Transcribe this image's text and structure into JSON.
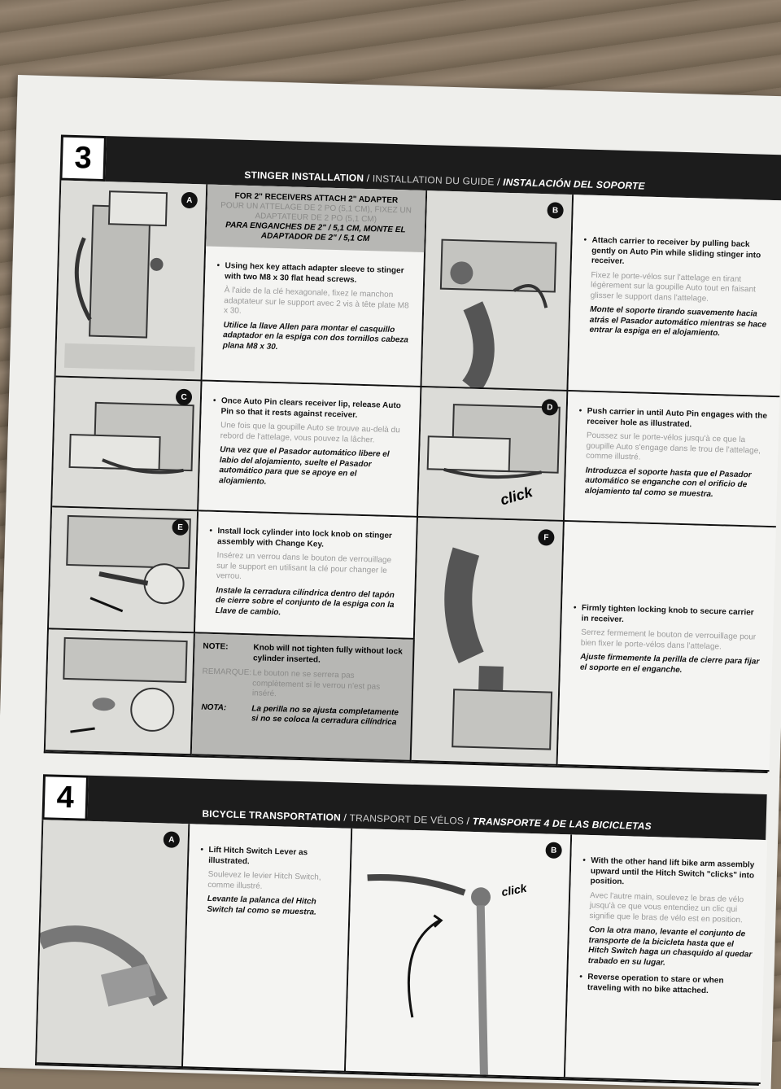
{
  "section3": {
    "number": "3",
    "title_en": "STINGER INSTALLATION",
    "title_fr": "INSTALLATION DU GUIDE",
    "title_es": "INSTALACIÓN DEL SOPORTE",
    "adapter_en": "FOR 2\" RECEIVERS ATTACH 2\" ADAPTER",
    "adapter_fr": "POUR UN ATTELAGE DE 2 PO (5,1 CM), FIXEZ UN ADAPTATEUR DE 2 PO (5,1 CM)",
    "adapter_es": "PARA ENGANCHES DE 2\" / 5,1 CM, MONTE EL ADAPTADOR DE 2\" / 5,1 CM",
    "stepA": {
      "label": "A",
      "en": "Using hex key attach adapter sleeve to stinger with two M8 x 30 flat head screws.",
      "fr": "À l'aide de la clé hexagonale, fixez le manchon adaptateur sur le support avec 2 vis à tête plate M8 x 30.",
      "es": "Utilice la llave Allen para montar el casquillo adaptador en la espiga con dos tornillos cabeza plana M8 x 30."
    },
    "stepB": {
      "label": "B",
      "en": "Attach carrier to receiver by pulling back gently on Auto Pin while sliding stinger into receiver.",
      "fr": "Fixez le porte-vélos sur l'attelage en tirant légèrement sur la goupille Auto tout en faisant glisser le support dans l'attelage.",
      "es": "Monte el soporte tirando suavemente hacia atrás el Pasador automático mientras se hace entrar la espiga en el alojamiento."
    },
    "stepC": {
      "label": "C",
      "en": "Once Auto Pin clears receiver lip, release Auto Pin so that it rests against receiver.",
      "fr": "Une fois que la goupille Auto se trouve au-delà du rebord de l'attelage, vous pouvez la lâcher.",
      "es": "Una vez que el Pasador automático libere el labio del alojamiento, suelte el Pasador automático para que se apoye en el alojamiento."
    },
    "stepD": {
      "label": "D",
      "en": "Push carrier in until Auto Pin engages with the receiver hole as illustrated.",
      "fr": "Poussez sur le porte-vélos jusqu'à ce que la goupille Auto s'engage dans le trou de l'attelage, comme illustré.",
      "es": "Introduzca el soporte hasta que el Pasador automático se enganche con el orificio de alojamiento tal como se muestra.",
      "click": "click"
    },
    "stepE": {
      "label": "E",
      "en": "Install lock cylinder into lock knob on stinger assembly with Change Key.",
      "fr": "Insérez un verrou dans le bouton de verrouillage sur le support en utilisant la clé pour changer le verrou.",
      "es": "Instale la cerradura cilíndrica dentro del tapón de cierre sobre el conjunto de la espiga con la Llave de cambio."
    },
    "stepF": {
      "label": "F",
      "en": "Firmly tighten locking knob to secure carrier in receiver.",
      "fr": "Serrez fermement le bouton de verrouillage pour bien fixer le porte-vélos dans l'attelage.",
      "es": "Ajuste firmemente la perilla de cierre para fijar el soporte en el enganche."
    },
    "note": {
      "label_en": "NOTE:",
      "en": "Knob will not tighten fully without lock cylinder inserted.",
      "label_fr": "REMARQUE:",
      "fr": "Le bouton ne se serrera pas complètement si le verrou n'est pas inséré.",
      "label_es": "NOTA:",
      "es": "La perilla no se ajusta completamente si no se coloca la cerradura cilíndrica"
    }
  },
  "section4": {
    "number": "4",
    "title_en": "BICYCLE TRANSPORTATION",
    "title_fr": "TRANSPORT DE VÉLOS",
    "title_es": "TRANSPORTE 4 DE LAS BICICLETAS",
    "stepA": {
      "label": "A",
      "en": "Lift Hitch Switch Lever as illustrated.",
      "fr": "Soulevez le levier Hitch Switch, comme illustré.",
      "es": "Levante la palanca del Hitch Switch tal como se muestra."
    },
    "stepB": {
      "label": "B",
      "click": "click",
      "en": "With the other hand lift bike arm assembly upward until the Hitch Switch \"clicks\" into position.",
      "fr": "Avec l'autre main, soulevez le bras de vélo jusqu'à ce que vous entendiez un clic qui signifie que le bras de vélo est en position.",
      "es": "Con la otra mano, levante el conjunto de transporte de la bicicleta hasta que el Hitch Switch haga un chasquido al quedar trabado en su lugar.",
      "en2": "Reverse operation to stare or when traveling with no bike attached."
    }
  }
}
